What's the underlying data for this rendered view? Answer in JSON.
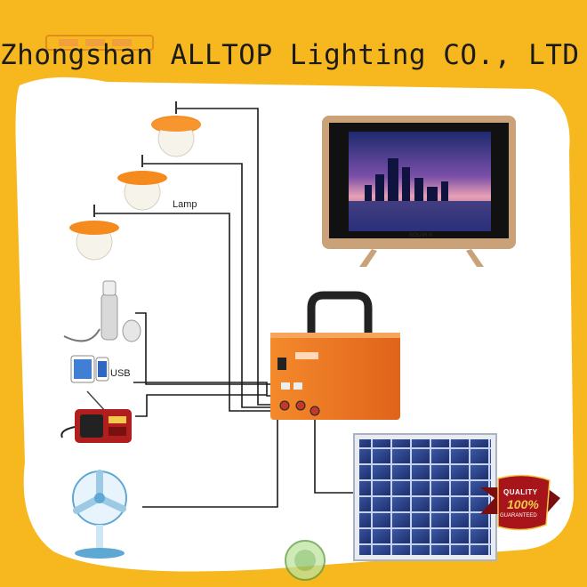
{
  "company": "Zhongshan ALLTOP Lighting CO., LTD",
  "labels": {
    "lamp": "Lamp",
    "usb": "USB",
    "tv_brand": "SOLAR-X",
    "quality_top": "QUALITY",
    "quality_pct": "100%",
    "quality_bottom": "GUARANTEED"
  },
  "colors": {
    "background": "#f7b81f",
    "panel": "#ffffff",
    "box": "#f07a22",
    "lamp_shade": "#f58a1f",
    "wire": "#1a1a1a"
  }
}
